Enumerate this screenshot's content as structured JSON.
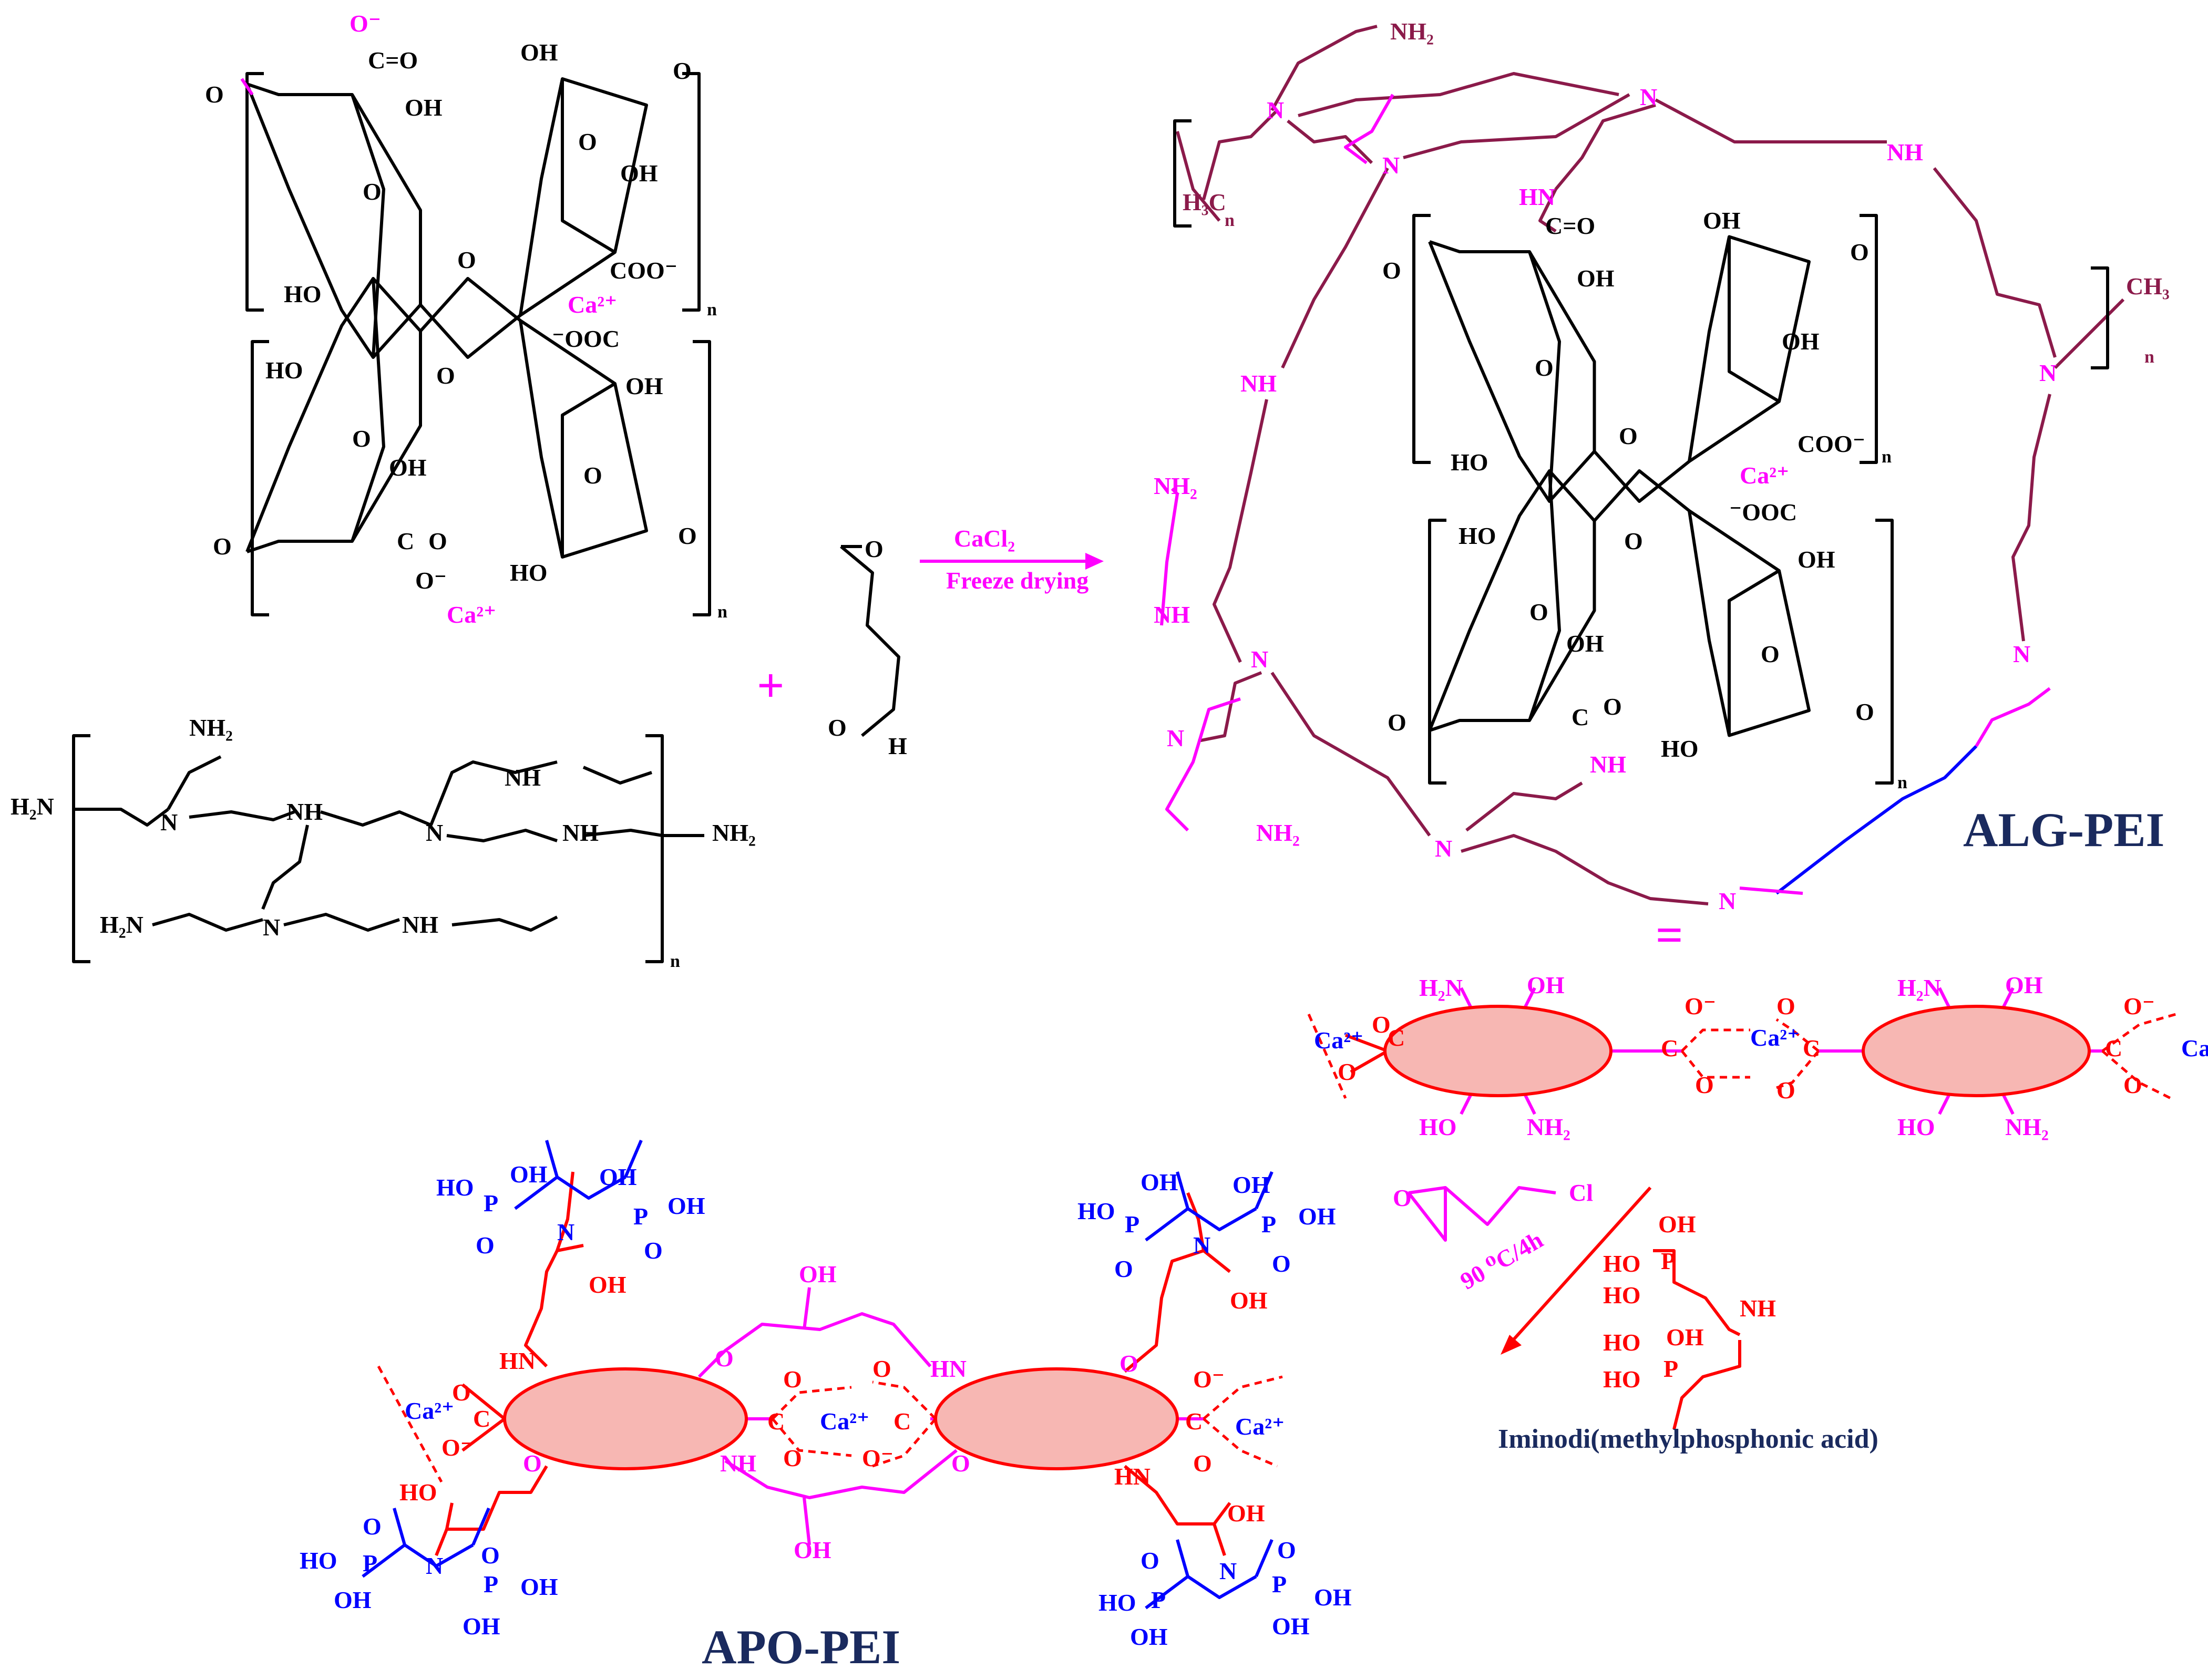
{
  "colors": {
    "black": "#000000",
    "magenta": "#ff00ff",
    "maroon": "#8b1a4a",
    "red": "#ff0000",
    "blue": "#0000ff",
    "navy": "#1a2a5e",
    "ellipse_fill": "#f7b7b3"
  },
  "labels": {
    "ho": "HO",
    "oh": "OH",
    "o": "O",
    "o_minus": "O⁻",
    "c_eq_o": "C=O",
    "c_o": "C",
    "coo_minus": "COO⁻",
    "ooc": "⁻OOC",
    "ca": "Ca²⁺",
    "n": "n",
    "nh2": "NH₂",
    "h2n": "H₂N",
    "nh": "NH",
    "hn": "HN",
    "n_atom": "N",
    "h3c": "H₃C",
    "ch3": "CH₃",
    "h": "H",
    "p": "P",
    "cl": "Cl",
    "plus": "+",
    "equals": "="
  },
  "reaction": {
    "reagent": "CaCl₂",
    "condition": "Freeze drying",
    "condition2": "90 ⁰C/4h"
  },
  "products": {
    "alg_pei": "ALG-PEI",
    "apo_pei": "APO-PEI",
    "iminodi": "Iminodi(methylphosphonic acid)"
  }
}
